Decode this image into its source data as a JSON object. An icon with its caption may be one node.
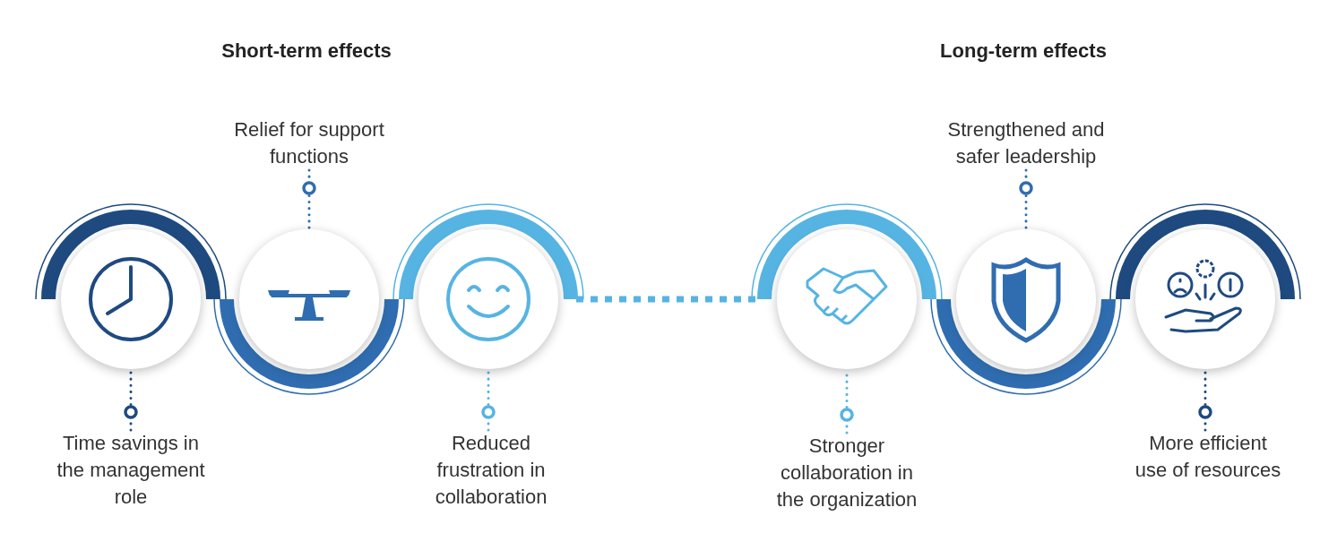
{
  "diagram": {
    "nodes": [
      {
        "text": [
          "Time savings in the management role"
        ]
      },
      {
        "text": [],
        "shape": "circle"
      },
      {
        "text": [
          "Relief for support functions"
        ]
      },
      {
        "text": [],
        "shape": "circle"
      },
      {
        "text": [
          "Reduced frustration in collaboration"
        ]
      },
      {
        "text": [],
        "shape": "circle"
      },
      {
        "text": [
          "Stronger collaboration in the organization"
        ]
      },
      {
        "text": [],
        "shape": "circle"
      },
      {
        "text": [
          "Strengthened and safer leadership"
        ]
      },
      {
        "text": [],
        "shape": "circle"
      },
      {
        "text": [
          "More efficient use of resources"
        ]
      },
      {
        "text": [],
        "shape": "circle"
      }
    ],
    "edges": [
      {
        "from": 0,
        "to": 1,
        "arrow": "other",
        "color": "#1e4a80"
      },
      {
        "from": 2,
        "to": 3,
        "arrow": "other",
        "color": "#2f6db0"
      },
      {
        "from": 4,
        "to": 5,
        "arrow": "other",
        "color": "#56b4e3"
      },
      {
        "from": 5,
        "to": 7,
        "arrow": "none",
        "style": "dashed",
        "color": "#56b4e3"
      },
      {
        "from": 6,
        "to": 7,
        "arrow": "other",
        "color": "#56b4e3"
      },
      {
        "from": 8,
        "to": 9,
        "arrow": "other",
        "color": "#2f6db0"
      },
      {
        "from": 10,
        "to": 11,
        "arrow": "other",
        "color": "#1e4a80"
      }
    ],
    "labels": [
      "Short-term effects",
      "Long-term effects"
    ]
  }
}
